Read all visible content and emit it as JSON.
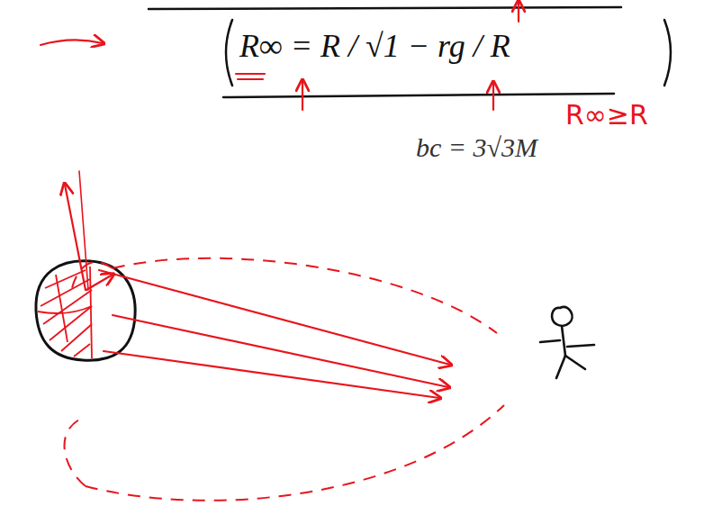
{
  "diagram": {
    "labels": [
      "R∞ = R / √1 − rg / R",
      "bc = 3√3M",
      "R∞≥R"
    ]
  }
}
